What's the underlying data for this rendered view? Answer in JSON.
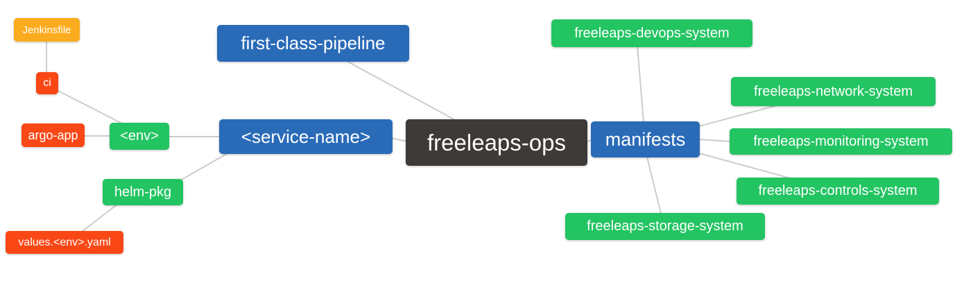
{
  "diagram": {
    "type": "mindmap",
    "root": "freeleaps_ops"
  },
  "colors": {
    "blue": "#2A6BB8",
    "green": "#23C462",
    "red": "#F94816",
    "amber": "#FBAB1E",
    "dark": "#3E3A37",
    "edge": "#cccccc",
    "text": "#ffffff",
    "background": "#ffffff"
  },
  "nodes": {
    "jenkinsfile": {
      "label": "Jenkinsfile",
      "color": "amber"
    },
    "ci": {
      "label": "ci",
      "color": "red"
    },
    "argo_app": {
      "label": "argo-app",
      "color": "red"
    },
    "env": {
      "label": "<env>",
      "color": "green"
    },
    "first_class_pipeline": {
      "label": "first-class-pipeline",
      "color": "blue"
    },
    "service_name": {
      "label": "<service-name>",
      "color": "blue"
    },
    "helm_pkg": {
      "label": "helm-pkg",
      "color": "green"
    },
    "values_env_yaml": {
      "label": "values.<env>.yaml",
      "color": "red"
    },
    "freeleaps_ops": {
      "label": "freeleaps-ops",
      "color": "dark"
    },
    "manifests": {
      "label": "manifests",
      "color": "blue"
    },
    "devops_system": {
      "label": "freeleaps-devops-system",
      "color": "green"
    },
    "network_system": {
      "label": "freeleaps-network-system",
      "color": "green"
    },
    "monitoring_system": {
      "label": "freeleaps-monitoring-system",
      "color": "green"
    },
    "controls_system": {
      "label": "freeleaps-controls-system",
      "color": "green"
    },
    "storage_system": {
      "label": "freeleaps-storage-system",
      "color": "green"
    }
  },
  "edges": [
    {
      "from": "jenkinsfile",
      "to": "ci"
    },
    {
      "from": "ci",
      "to": "env"
    },
    {
      "from": "argo_app",
      "to": "env"
    },
    {
      "from": "env",
      "to": "service_name"
    },
    {
      "from": "service_name",
      "to": "helm_pkg"
    },
    {
      "from": "helm_pkg",
      "to": "values_env_yaml"
    },
    {
      "from": "first_class_pipeline",
      "to": "freeleaps_ops"
    },
    {
      "from": "service_name",
      "to": "freeleaps_ops"
    },
    {
      "from": "freeleaps_ops",
      "to": "manifests"
    },
    {
      "from": "manifests",
      "to": "devops_system"
    },
    {
      "from": "manifests",
      "to": "network_system"
    },
    {
      "from": "manifests",
      "to": "monitoring_system"
    },
    {
      "from": "manifests",
      "to": "controls_system"
    },
    {
      "from": "manifests",
      "to": "storage_system"
    }
  ]
}
